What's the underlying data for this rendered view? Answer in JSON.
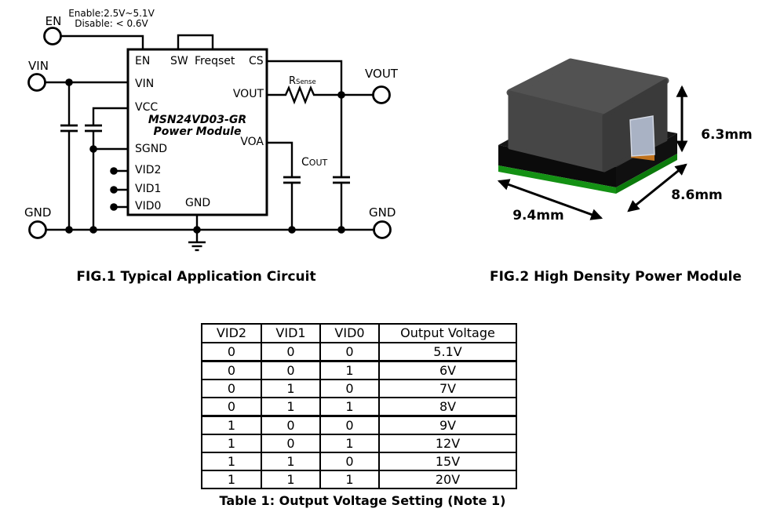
{
  "fig1": {
    "caption": "FIG.1 Typical Application Circuit",
    "annotation": {
      "line1": "Enable:2.5V~5.1V",
      "line2": "Disable: < 0.6V"
    },
    "terminals": {
      "en": "EN",
      "vin": "VIN",
      "gnd_left": "GND",
      "vout": "VOUT",
      "gnd_right": "GND"
    },
    "ic": {
      "name": "MSN24VD03-GR",
      "subtitle": "Power Module",
      "pins": {
        "en": "EN",
        "sw": "SW",
        "freqset": "Freqset",
        "cs": "CS",
        "vin": "VIN",
        "vcc": "VCC",
        "sgnd": "SGND",
        "vid2": "VID2",
        "vid1": "VID1",
        "vid0": "VID0",
        "vout": "VOUT",
        "voa": "VOA",
        "gnd": "GND"
      }
    },
    "rsense": {
      "main": "R",
      "sub": "Sense"
    },
    "cout": {
      "main": "C",
      "sub": "OUT"
    }
  },
  "fig2": {
    "caption": "FIG.2 High Density Power Module",
    "dims": {
      "width": "9.4mm",
      "depth": "8.6mm",
      "height": "6.3mm"
    },
    "colors": {
      "pcb_top": "#161616",
      "pcb_front": "#0b0b0b",
      "pcb_right": "#101010",
      "green_front": "#149114",
      "green_right": "#0c7a0c",
      "inductor_top": "#525252",
      "inductor_front": "#464646",
      "inductor_right": "#3a3a3a",
      "silver": "#a9b2c4",
      "silver_edge": "#d2d7e2",
      "pad_orange": "#c1731e"
    }
  },
  "table": {
    "headers": [
      "VID2",
      "VID1",
      "VID0",
      "Output Voltage"
    ],
    "rows": [
      [
        "0",
        "0",
        "0",
        "5.1V"
      ],
      [
        "0",
        "0",
        "1",
        "6V"
      ],
      [
        "0",
        "1",
        "0",
        "7V"
      ],
      [
        "0",
        "1",
        "1",
        "8V"
      ],
      [
        "1",
        "0",
        "0",
        "9V"
      ],
      [
        "1",
        "0",
        "1",
        "12V"
      ],
      [
        "1",
        "1",
        "0",
        "15V"
      ],
      [
        "1",
        "1",
        "1",
        "20V"
      ]
    ],
    "thick_after_rows": [
      0,
      3
    ],
    "caption": "Table 1: Output Voltage Setting (Note 1)"
  }
}
